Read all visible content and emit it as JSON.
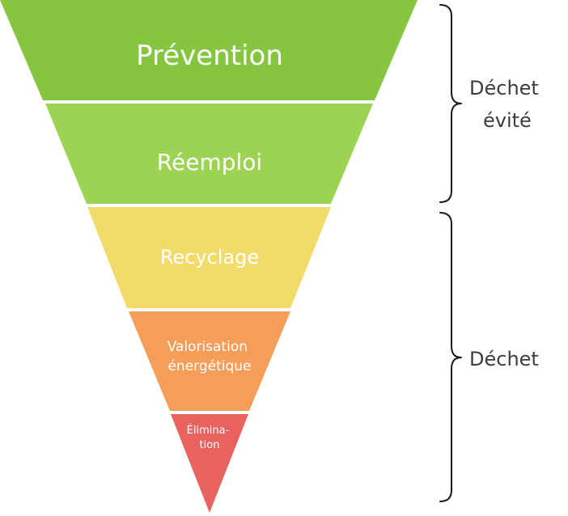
{
  "pyramid": {
    "tiers": [
      {
        "lines": [
          "Prévention"
        ],
        "color": "#86c540"
      },
      {
        "lines": [
          "Réemploi"
        ],
        "color": "#9dd352"
      },
      {
        "lines": [
          "Recyclage"
        ],
        "color": "#f2db6a"
      },
      {
        "lines": [
          "Valorisation",
          "énergétique"
        ],
        "color": "#f59e5a"
      },
      {
        "lines": [
          "Élimina-",
          "tion"
        ],
        "color": "#e86360"
      }
    ]
  },
  "groups": {
    "avoided": {
      "line1": "Déchet",
      "line2": "évité"
    },
    "waste": {
      "line1": "Déchet"
    }
  }
}
